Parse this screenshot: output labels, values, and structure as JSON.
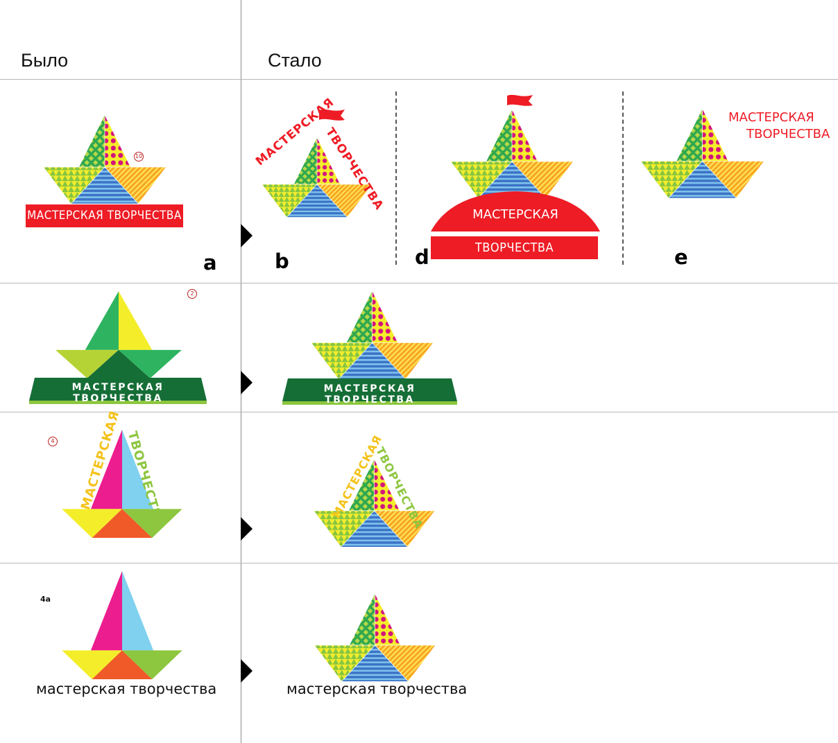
{
  "headers": {
    "before": "Было",
    "after": "Стало"
  },
  "brand_text": "МАСТЕРСКАЯ ТВОРЧЕСТВА",
  "brand_text_lower": "мастерская творчества",
  "word_1": "МАСТЕРСКАЯ",
  "word_2": "ТВОРЧЕСТВА",
  "variant_labels": {
    "a": "a",
    "b": "b",
    "d": "d",
    "e": "e"
  },
  "row_tags": {
    "r1": "10",
    "r2": "2",
    "r3": "4",
    "r4": "4a"
  },
  "colors": {
    "red": "#ee1c25",
    "dark_green": "#156e36",
    "green": "#2eb460",
    "yellow": "#f4ee2a",
    "lime": "#8dc63f",
    "magenta": "#ec1d8e",
    "light_blue": "#7fd1ef",
    "orange_red": "#f05a28",
    "blue": "#3b6fc1",
    "orange": "#f7a521"
  }
}
